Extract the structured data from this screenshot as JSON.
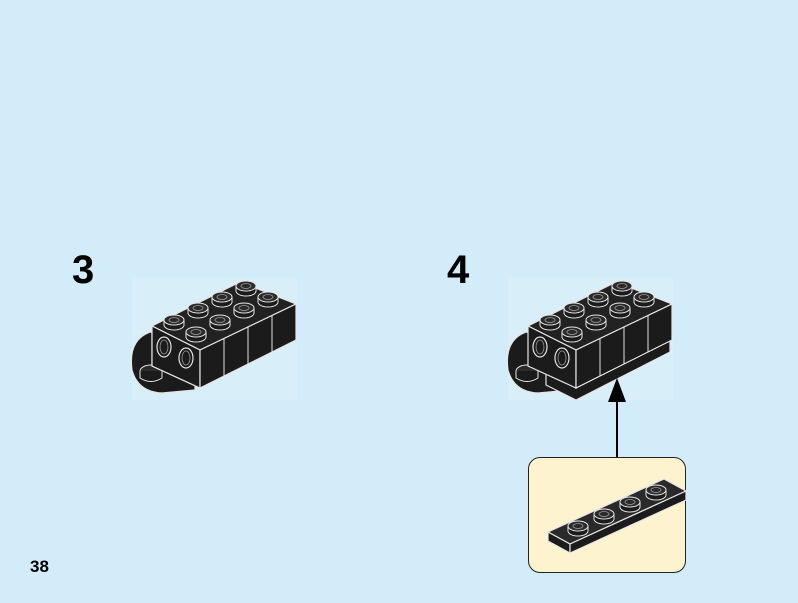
{
  "page": {
    "number": "38",
    "background": "#d3ecfa"
  },
  "steps": [
    {
      "number": "3",
      "parts_callout": false
    },
    {
      "number": "4",
      "parts_callout": true,
      "callout_color": "#fdf3cf",
      "callout_part": "black 1x4 plate"
    }
  ],
  "colors": {
    "brick": "#1b1b1b",
    "brick_edge": "#e6e6e6",
    "brick_side": "#2a2a2a"
  }
}
